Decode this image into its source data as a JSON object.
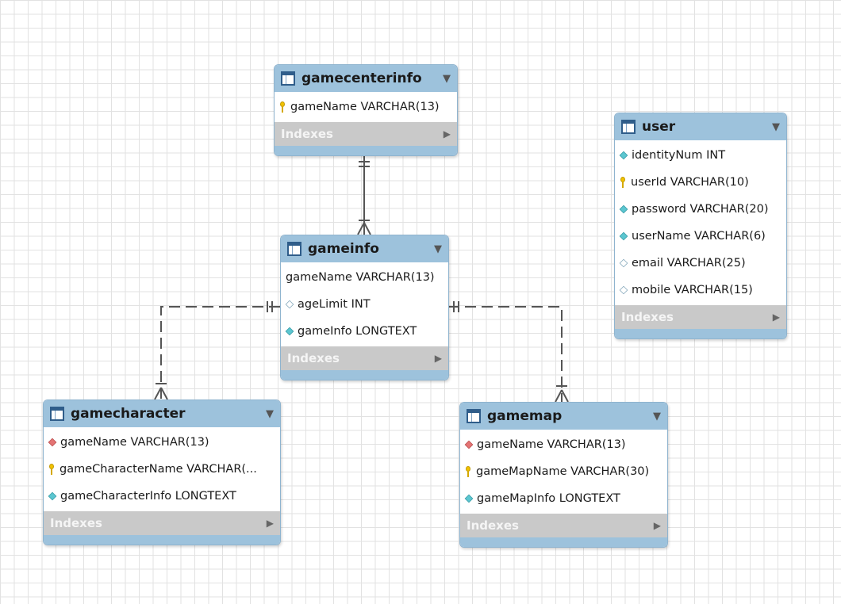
{
  "diagram": {
    "entities": {
      "gamecenterinfo": {
        "name": "gamecenterinfo",
        "columns": [
          {
            "icon": "primary-key-icon",
            "text": "gameName VARCHAR(13)"
          }
        ],
        "indexes_label": "Indexes"
      },
      "gameinfo": {
        "name": "gameinfo",
        "columns": [
          {
            "icon": "none",
            "text": "gameName VARCHAR(13)"
          },
          {
            "icon": "nullable-column-icon",
            "text": "ageLimit INT"
          },
          {
            "icon": "not-null-column-icon",
            "text": "gameInfo LONGTEXT"
          }
        ],
        "indexes_label": "Indexes"
      },
      "user": {
        "name": "user",
        "columns": [
          {
            "icon": "not-null-column-icon",
            "text": "identityNum INT"
          },
          {
            "icon": "primary-key-icon",
            "text": "userId VARCHAR(10)"
          },
          {
            "icon": "not-null-column-icon",
            "text": "password VARCHAR(20)"
          },
          {
            "icon": "not-null-column-icon",
            "text": "userName VARCHAR(6)"
          },
          {
            "icon": "nullable-column-icon",
            "text": "email VARCHAR(25)"
          },
          {
            "icon": "nullable-column-icon",
            "text": "mobile VARCHAR(15)"
          }
        ],
        "indexes_label": "Indexes"
      },
      "gamecharacter": {
        "name": "gamecharacter",
        "columns": [
          {
            "icon": "foreign-key-icon",
            "text": "gameName VARCHAR(13)"
          },
          {
            "icon": "primary-key-icon",
            "text": "gameCharacterName VARCHAR(..."
          },
          {
            "icon": "not-null-column-icon",
            "text": "gameCharacterInfo LONGTEXT"
          }
        ],
        "indexes_label": "Indexes"
      },
      "gamemap": {
        "name": "gamemap",
        "columns": [
          {
            "icon": "foreign-key-icon",
            "text": "gameName VARCHAR(13)"
          },
          {
            "icon": "primary-key-icon",
            "text": "gameMapName VARCHAR(30)"
          },
          {
            "icon": "not-null-column-icon",
            "text": "gameMapInfo LONGTEXT"
          }
        ],
        "indexes_label": "Indexes"
      }
    },
    "relationships": [
      {
        "from": "gamecenterinfo",
        "to": "gameinfo",
        "style": "solid",
        "cardinality": "one-to-many"
      },
      {
        "from": "gameinfo",
        "to": "gamecharacter",
        "style": "dashed",
        "cardinality": "one-to-many"
      },
      {
        "from": "gameinfo",
        "to": "gamemap",
        "style": "dashed",
        "cardinality": "one-to-many"
      }
    ],
    "colors": {
      "header": "#9dc2dc",
      "indexes_bar": "#c9c9c9",
      "connector": "#555555",
      "grid": "#e2e2e2"
    }
  }
}
